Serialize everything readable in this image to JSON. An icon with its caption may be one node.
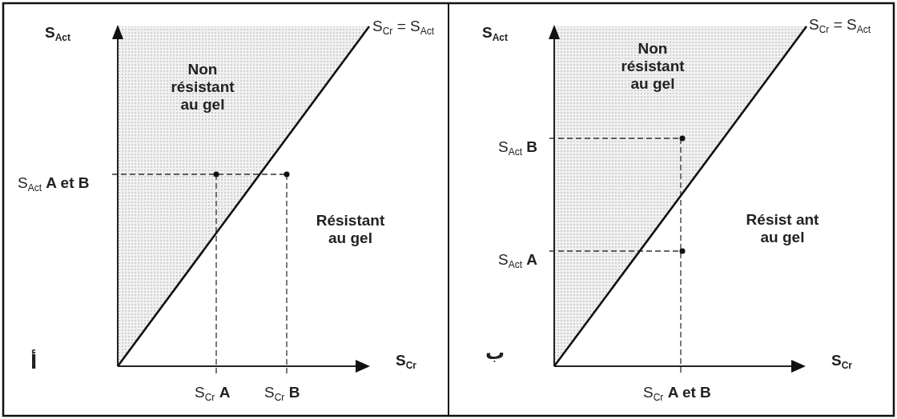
{
  "diagram": {
    "labels": [
      "S$_{Act}$",
      "S$_{Cr}$ = S$_{Act}$",
      "Non résistant au gel",
      "S$_{Act}$ **A et B**",
      "Résistant au gel",
      "أ",
      "S$_{Cr}$",
      "S$_{Cr}$ **A**",
      "S$_{Cr}$ **B**",
      "S$_{Act}$",
      "S$_{Cr}$ = S$_{Act}$",
      "Non résistant au gel",
      "S$_{Act}$ **B**",
      "S$_{Act}$ **A**",
      "Résist ant au gel",
      "ب",
      "S$_{Cr}$",
      "S$_{Cr}$ **A et B**"
    ]
  }
}
